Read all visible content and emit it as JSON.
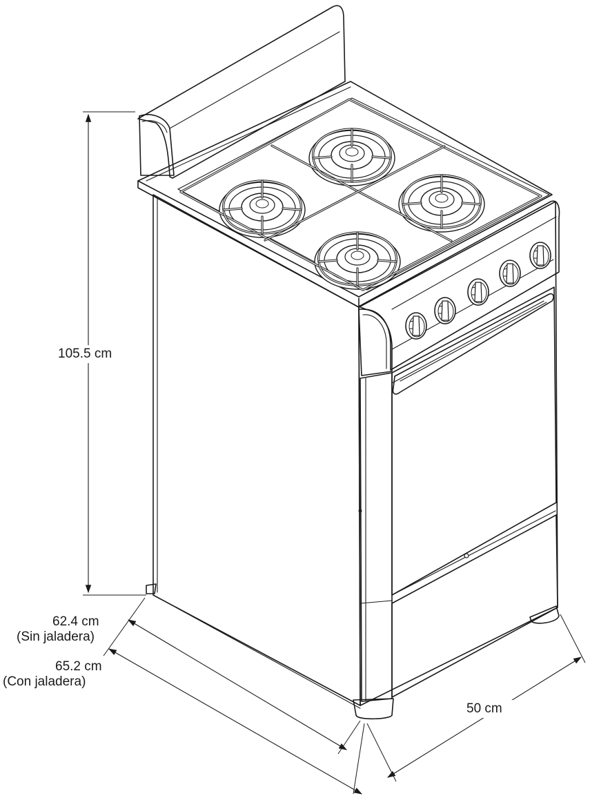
{
  "dimensions": {
    "height": {
      "value": "105.5 cm"
    },
    "depth_without_handle": {
      "value": "62.4 cm",
      "note": "(Sin jaladera)"
    },
    "depth_with_handle": {
      "value": "65.2 cm",
      "note": "(Con jaladera)"
    },
    "width": {
      "value": "50 cm"
    }
  },
  "stove": {
    "burners": 4,
    "knobs": 5
  }
}
